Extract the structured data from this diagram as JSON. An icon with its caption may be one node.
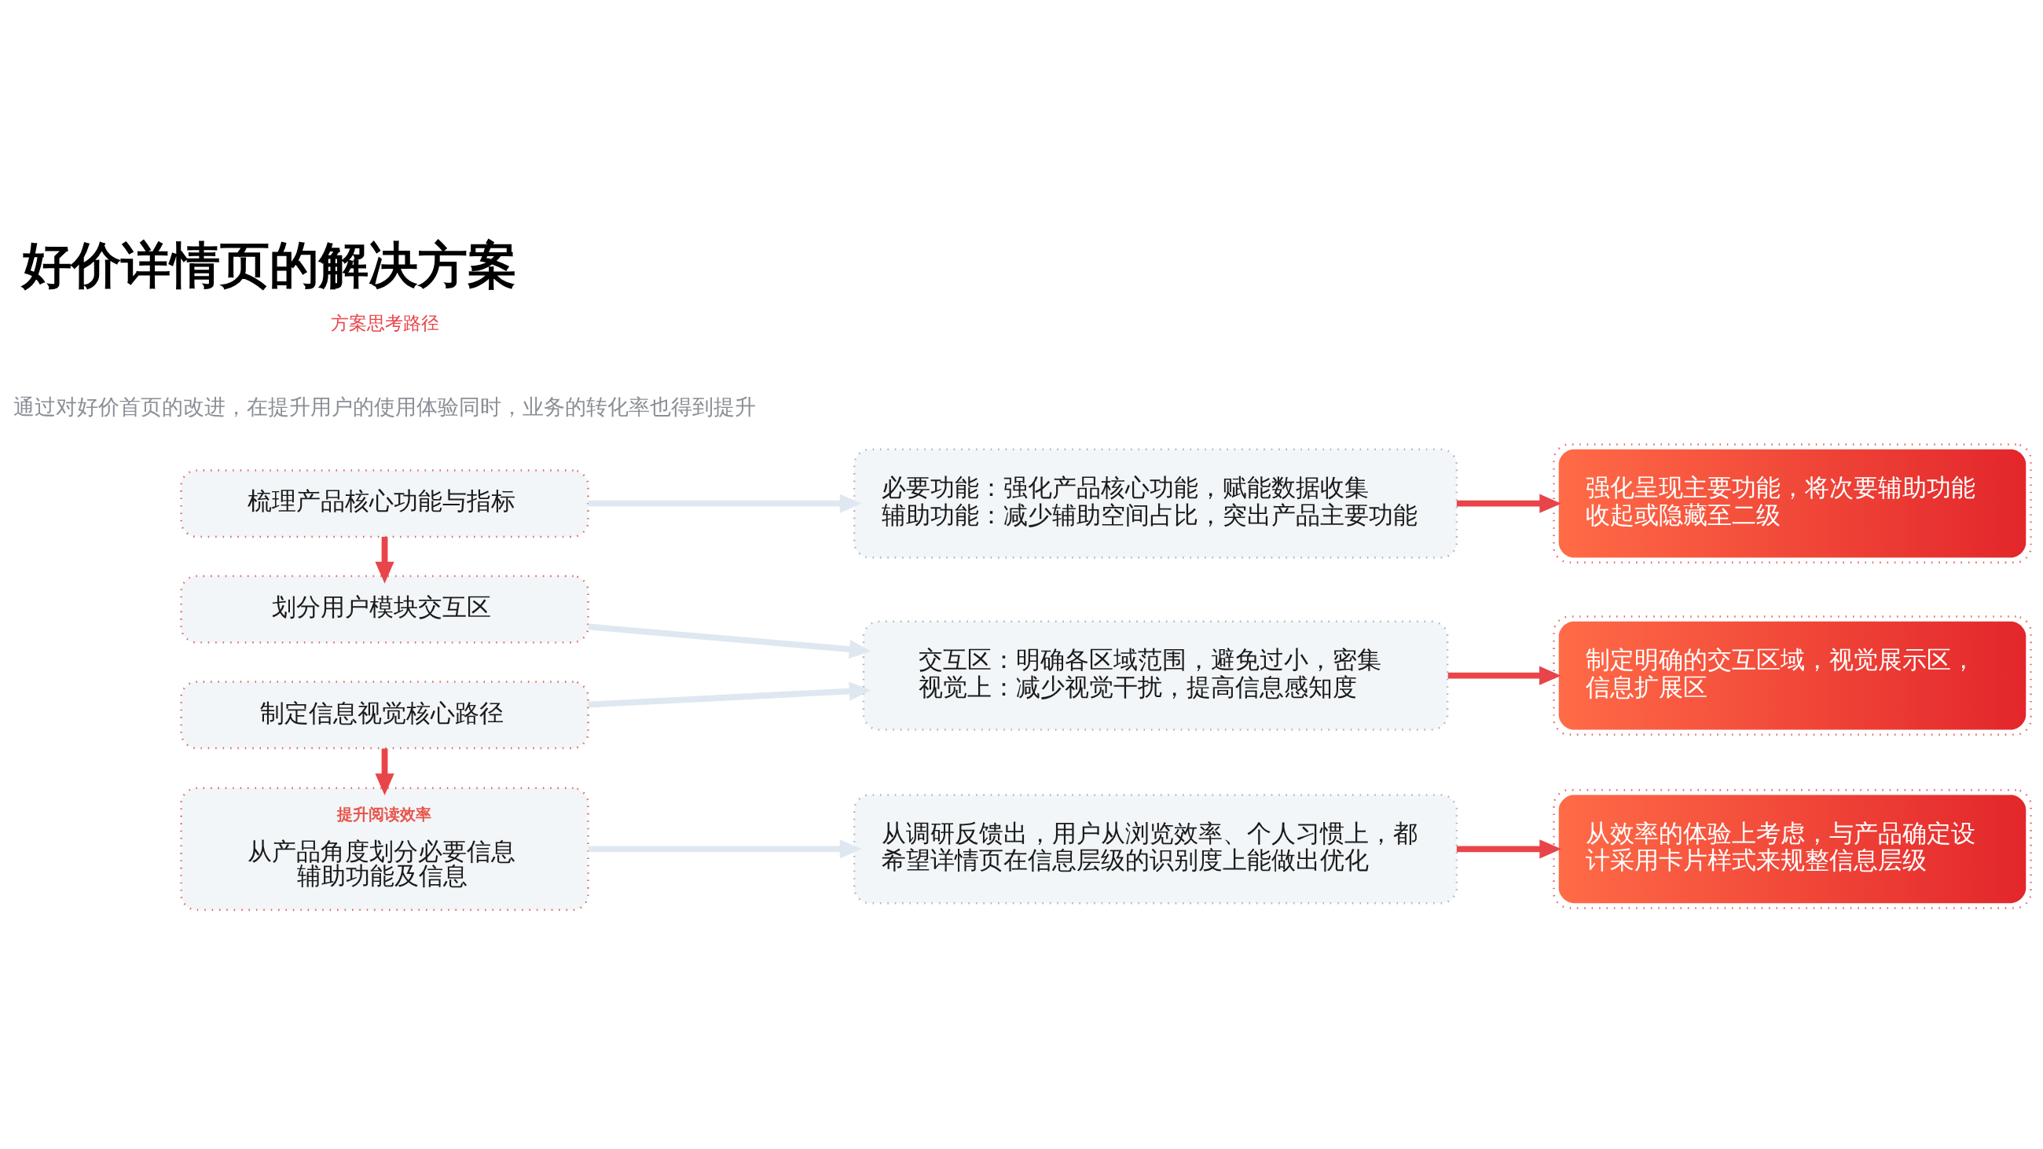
{
  "diagram": {
    "title": "好价详情页的解决方案",
    "nodes": [
      {
        "text": [
          "梳理产品核心功能与指标"
        ]
      },
      {
        "text": [
          "必要功能：强化产品核心功能，赋能数据收集",
          "辅助功能：减少辅助空间占比，突出产品主要功能"
        ]
      },
      {
        "text": [
          "强化呈现主要功能，将次要辅助功能收起或隐藏至二级"
        ]
      },
      {
        "text": [
          "划分用户模块交互区"
        ]
      },
      {
        "text": [
          "制定信息视觉核心路径"
        ]
      },
      {
        "text": [
          "交互区：明确各区域范围，避免过小，密集",
          "视觉上：减少视觉干扰，提高信息感知度"
        ]
      },
      {
        "text": [
          "制定明确的交互区域，视觉展示区，信息扩展区"
        ]
      },
      {
        "text": [
          "提升阅读效率",
          "从产品角度划分必要信息辅助功能及信息"
        ]
      },
      {
        "text": [
          "从调研反馈出，用户从浏览效率、个人习惯上，都希望详情页在信息层级的识别度上能做出优化"
        ]
      },
      {
        "text": [
          "从效率的体验上考虑，与产品确定设计采用卡片样式来规整信息层级"
        ]
      }
    ],
    "edges": [
      {
        "from": 0,
        "to": 3,
        "arrow": "to"
      },
      {
        "from": 4,
        "to": 7,
        "arrow": "to"
      },
      {
        "from": 0,
        "to": 1,
        "arrow": "to",
        "color": "#dfe8f0"
      },
      {
        "from": 3,
        "to": 5,
        "arrow": "to",
        "color": "#dfe8f0"
      },
      {
        "from": 4,
        "to": 5,
        "arrow": "to",
        "color": "#dfe8f0"
      },
      {
        "from": 7,
        "to": 8,
        "arrow": "to",
        "color": "#dfe8f0"
      },
      {
        "from": 1,
        "to": 2,
        "arrow": "to"
      },
      {
        "from": 5,
        "to": 6,
        "arrow": "to"
      },
      {
        "from": 8,
        "to": 9,
        "arrow": "to"
      }
    ],
    "labels": [
      "方案思考路径",
      "通过对好价首页的改进，在提升用户的使用体验同时，业务的转化率也得到提升"
    ]
  }
}
